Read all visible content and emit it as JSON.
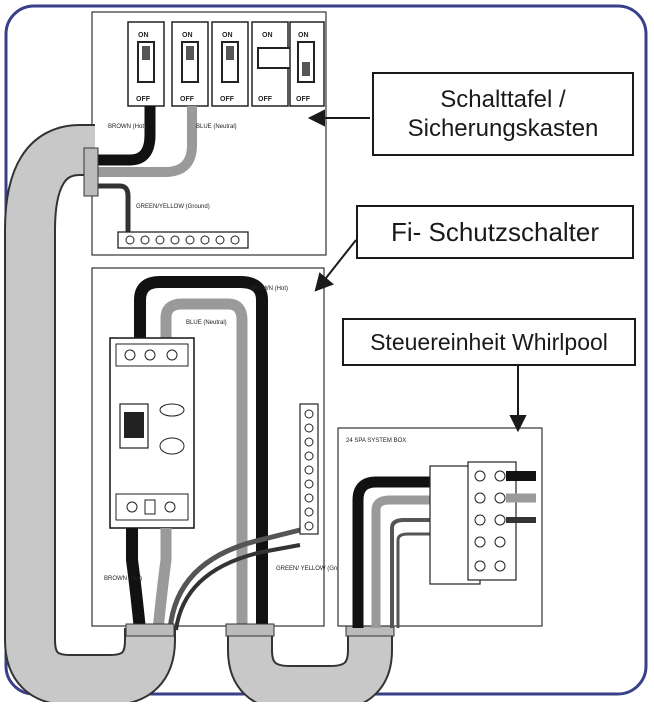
{
  "callouts": {
    "panel": {
      "line1": "Schalttafel /",
      "line2": "Sicherungskasten"
    },
    "rcd": "Fi- Schutzschalter",
    "control": "Steuereinheit Whirlpool"
  },
  "breakers": [
    {
      "on": "ON",
      "off": "OFF"
    },
    {
      "on": "ON",
      "off": "OFF"
    },
    {
      "on": "ON",
      "off": "OFF"
    },
    {
      "on": "ON",
      "off": "OFF"
    },
    {
      "on": "ON",
      "off": "OFF"
    }
  ],
  "wire_labels": {
    "brown_stud": "BROWN (Hot)",
    "blue_neutral_top": "BLUE (Neutral)",
    "green_yellow_top": "GREEN/YELLOW (Ground)",
    "brown_right": "BROWN (Hot)",
    "blue_neutral_mid": "BLUE (Neutral)",
    "brown_bottom": "BROWN (Hot)",
    "green_yellow_bottom": "GREEN/ YELLOW (Ground)"
  },
  "control_box_title": "24 SPA SYSTEM BOX",
  "colors": {
    "frame": "#3a3f8a",
    "wire_dark": "#111111",
    "wire_grey": "#9a9a9a",
    "conduit": "#c8c8c8"
  }
}
